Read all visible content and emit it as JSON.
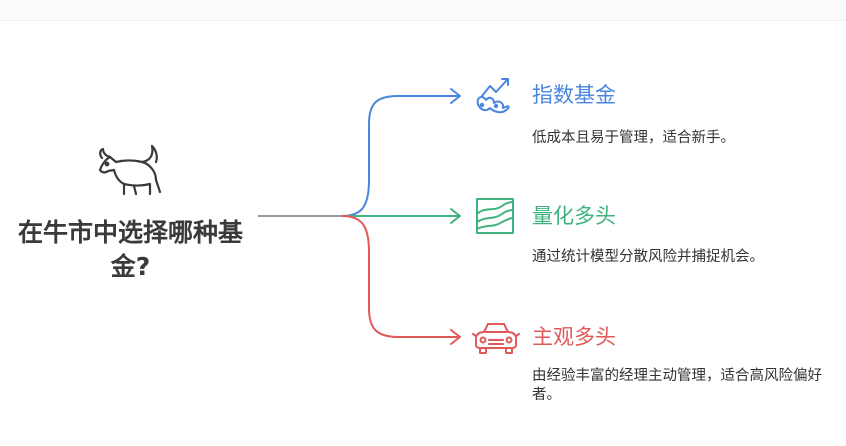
{
  "root": {
    "title": "在牛市中选择哪种基金?",
    "icon": "bull-icon"
  },
  "branches": [
    {
      "title": "指数基金",
      "description": "低成本且易于管理，适合新手。",
      "color": "#4a86e0",
      "icon": "trend-chart-icon"
    },
    {
      "title": "量化多头",
      "description": "通过统计模型分散风险并捕捉机会。",
      "color": "#3fb37f",
      "icon": "area-graph-icon"
    },
    {
      "title": "主观多头",
      "description": "由经验丰富的经理主动管理，适合高风险偏好者。",
      "color": "#e05a5a",
      "icon": "car-icon"
    }
  ]
}
